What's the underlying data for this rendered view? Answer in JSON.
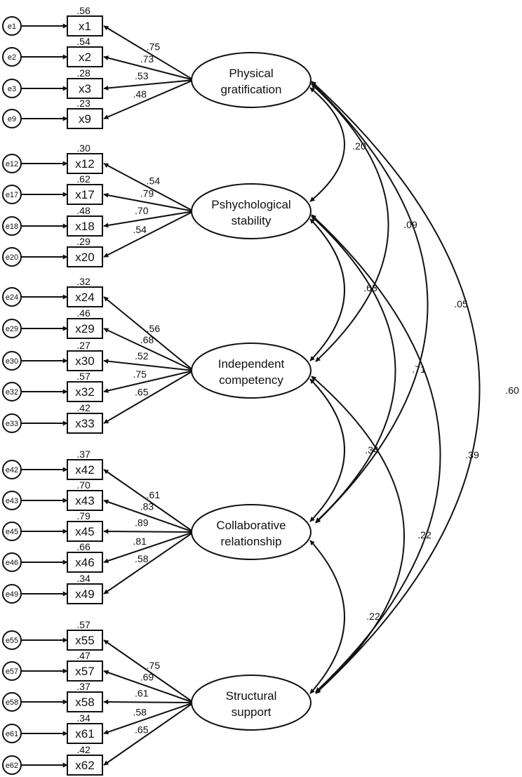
{
  "factors": [
    {
      "id": "pg",
      "line1": "Physical",
      "line2": "gratification",
      "indicators": [
        {
          "name": "x1",
          "error": "e1",
          "r2": ".56",
          "loading": ".75"
        },
        {
          "name": "x2",
          "error": "e2",
          "r2": ".54",
          "loading": ".73"
        },
        {
          "name": "x3",
          "error": "e3",
          "r2": ".28",
          "loading": ".53"
        },
        {
          "name": "x9",
          "error": "e9",
          "r2": ".23",
          "loading": ".48"
        }
      ]
    },
    {
      "id": "ps",
      "line1": "Pshychological",
      "line2": "stability",
      "indicators": [
        {
          "name": "x12",
          "error": "e12",
          "r2": ".30",
          "loading": ".54"
        },
        {
          "name": "x17",
          "error": "e17",
          "r2": ".62",
          "loading": ".79"
        },
        {
          "name": "x18",
          "error": "e18",
          "r2": ".48",
          "loading": ".70"
        },
        {
          "name": "x20",
          "error": "e20",
          "r2": ".29",
          "loading": ".54"
        }
      ]
    },
    {
      "id": "ic",
      "line1": "Independent",
      "line2": "competency",
      "indicators": [
        {
          "name": "x24",
          "error": "e24",
          "r2": ".32",
          "loading": ".56"
        },
        {
          "name": "x29",
          "error": "e29",
          "r2": ".46",
          "loading": ".68"
        },
        {
          "name": "x30",
          "error": "e30",
          "r2": ".27",
          "loading": ".52"
        },
        {
          "name": "x32",
          "error": "e32",
          "r2": ".57",
          "loading": ".75"
        },
        {
          "name": "x33",
          "error": "e33",
          "r2": ".42",
          "loading": ".65"
        }
      ]
    },
    {
      "id": "cr",
      "line1": "Collaborative",
      "line2": "relationship",
      "indicators": [
        {
          "name": "x42",
          "error": "e42",
          "r2": ".37",
          "loading": ".61"
        },
        {
          "name": "x43",
          "error": "e43",
          "r2": ".70",
          "loading": ".83"
        },
        {
          "name": "x45",
          "error": "e45",
          "r2": ".79",
          "loading": ".89"
        },
        {
          "name": "x46",
          "error": "e46",
          "r2": ".66",
          "loading": ".81"
        },
        {
          "name": "x49",
          "error": "e49",
          "r2": ".34",
          "loading": ".58"
        }
      ]
    },
    {
      "id": "ss",
      "line1": "Structural",
      "line2": "support",
      "indicators": [
        {
          "name": "x55",
          "error": "e55",
          "r2": ".57",
          "loading": ".75"
        },
        {
          "name": "x57",
          "error": "e57",
          "r2": ".47",
          "loading": ".69"
        },
        {
          "name": "x58",
          "error": "e58",
          "r2": ".37",
          "loading": ".61"
        },
        {
          "name": "x61",
          "error": "e61",
          "r2": ".34",
          "loading": ".58"
        },
        {
          "name": "x62",
          "error": "e62",
          "r2": ".42",
          "loading": ".65"
        }
      ]
    }
  ],
  "covariances": [
    {
      "from": "pg",
      "to": "ps",
      "value": ".20"
    },
    {
      "from": "pg",
      "to": "ic",
      "value": ".09"
    },
    {
      "from": "pg",
      "to": "cr",
      "value": ".05"
    },
    {
      "from": "pg",
      "to": "ss",
      "value": ".60"
    },
    {
      "from": "ps",
      "to": "ic",
      "value": ".63"
    },
    {
      "from": "ps",
      "to": "cr",
      "value": ".71"
    },
    {
      "from": "ps",
      "to": "ss",
      "value": ".39"
    },
    {
      "from": "ic",
      "to": "cr",
      "value": ".34"
    },
    {
      "from": "ic",
      "to": "ss",
      "value": ".22"
    },
    {
      "from": "cr",
      "to": "ss",
      "value": ".22"
    }
  ]
}
